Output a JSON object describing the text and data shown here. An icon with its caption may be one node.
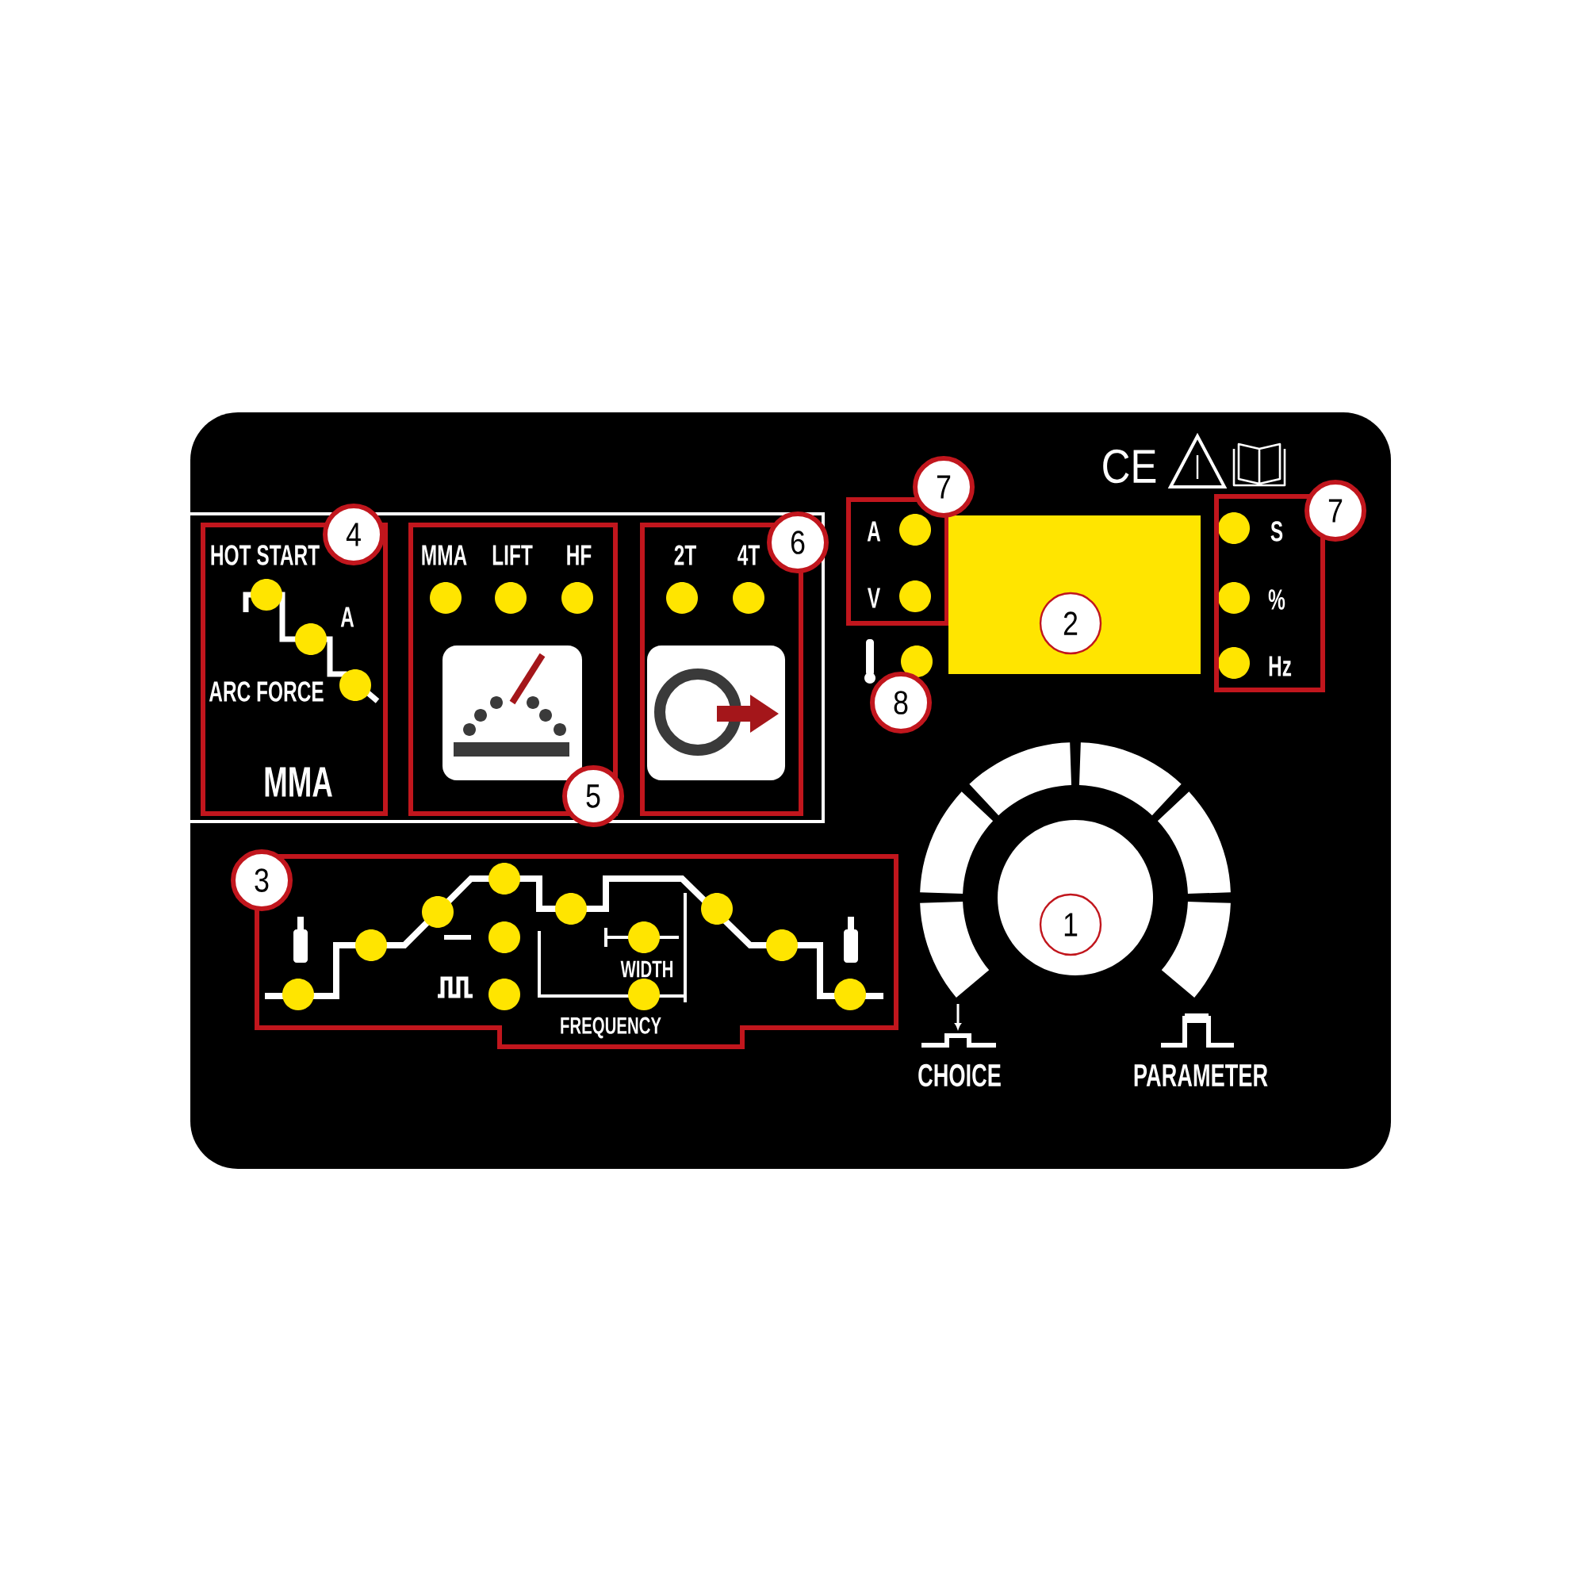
{
  "diagram": {
    "nodes": [
      {
        "text": [
          "HOT START",
          "A",
          "ARC FORCE",
          "MMA"
        ]
      },
      {
        "text": [
          "4"
        ]
      },
      {
        "text": [
          "MMA",
          "LIFT",
          "HF"
        ]
      },
      {
        "text": [
          "5"
        ]
      },
      {
        "text": [
          "2T",
          "4T"
        ]
      },
      {
        "text": [
          "6"
        ]
      },
      {
        "text": [
          "7"
        ]
      },
      {
        "text": [
          "A",
          "V"
        ]
      },
      {
        "text": [],
        "shape": "box"
      },
      {
        "text": [
          "2"
        ],
        "in": 8
      },
      {
        "text": [
          "7"
        ]
      },
      {
        "text": [
          "S",
          "%",
          "Hz"
        ]
      },
      {
        "text": [
          "8"
        ]
      },
      {
        "text": [
          "3"
        ]
      },
      {
        "text": [
          "WIDTH",
          "FREQUENCY"
        ]
      },
      {
        "text": [],
        "shape": "circle"
      },
      {
        "text": [
          "1"
        ],
        "in": 15
      }
    ],
    "labels": [
      "CE",
      "CHOICE",
      "PARAMETER"
    ]
  }
}
